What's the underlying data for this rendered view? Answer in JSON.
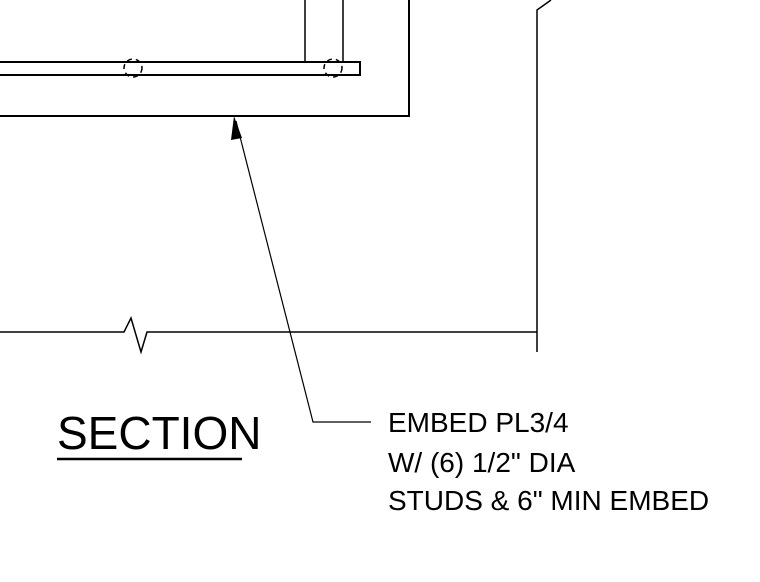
{
  "section_title": "SECTION",
  "callout": {
    "lines": [
      "EMBED PL3/4",
      "W/ (6) 1/2\" DIA",
      "STUDS & 6\" MIN EMBED"
    ]
  },
  "colors": {
    "line": "#000000",
    "background": "#ffffff"
  }
}
